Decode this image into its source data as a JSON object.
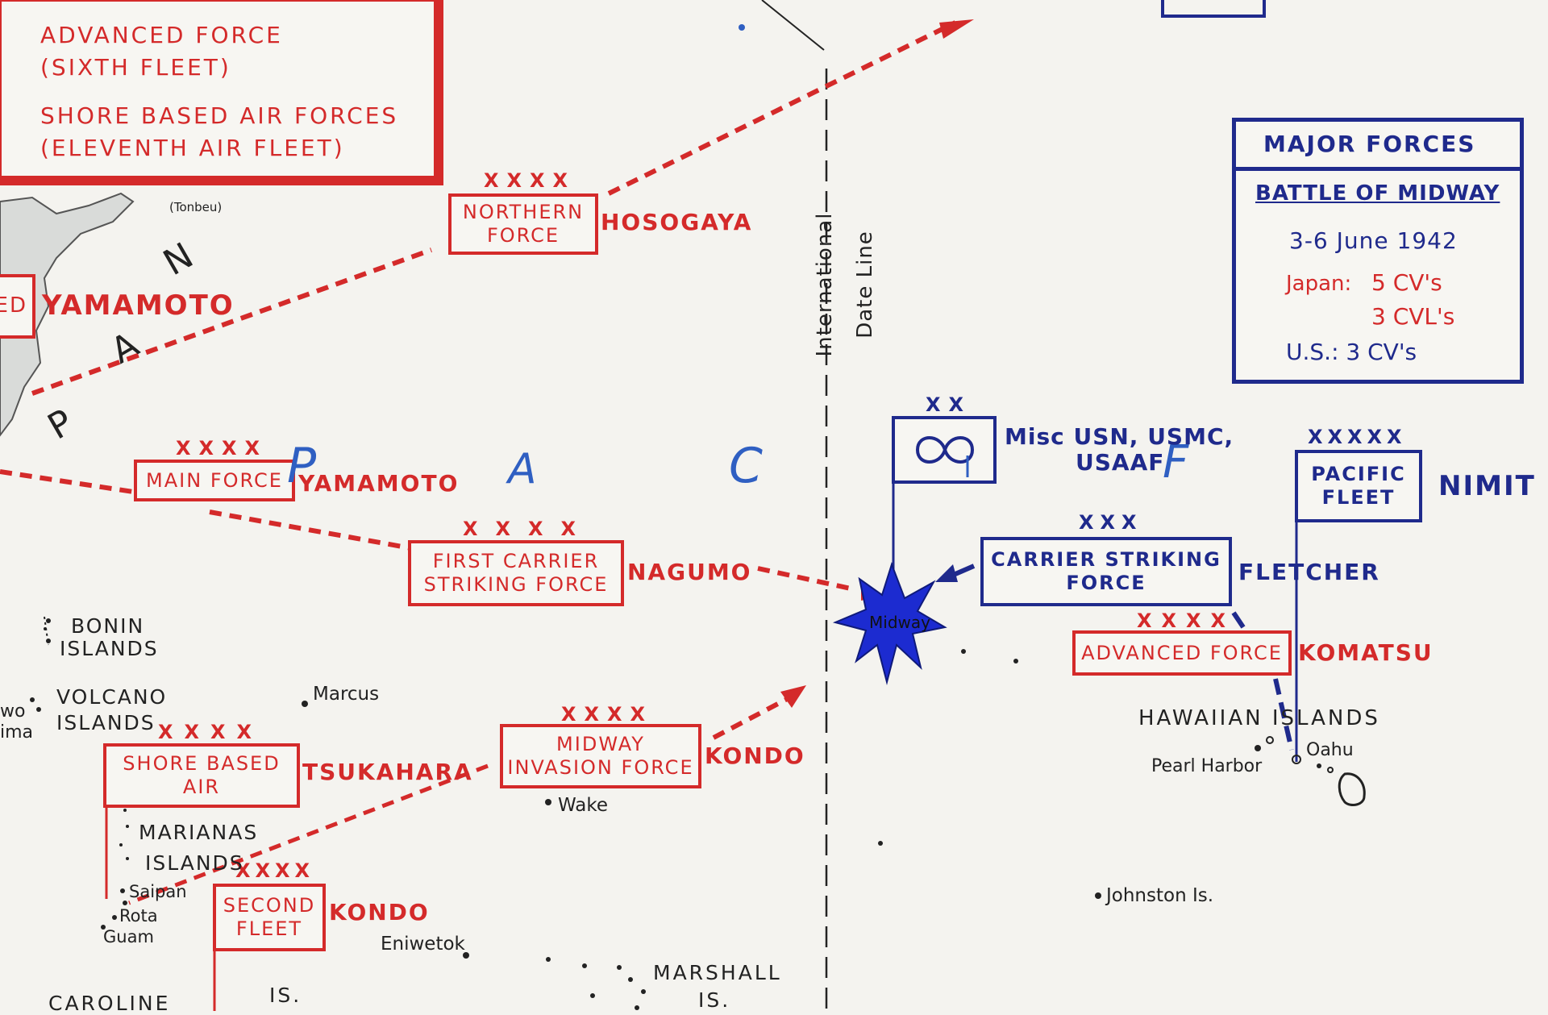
{
  "japan_box": {
    "lines": [
      "ADVANCED FORCE",
      "(SIXTH FLEET)",
      "SHORE BASED AIR FORCES",
      "(ELEVENTH AIR FLEET)"
    ],
    "partial_label": "ED"
  },
  "legend": {
    "title": "MAJOR FORCES",
    "subtitle": "BATTLE OF MIDWAY",
    "dates": "3-6 June 1942",
    "japan_label": "Japan:",
    "japan_cv": "5 CV's",
    "japan_cvl": "3 CVL's",
    "us_line": "U.S.: 3 CV's"
  },
  "date_line": {
    "line1": "International",
    "line2": "Date Line"
  },
  "ocean_letters": [
    "P",
    "A",
    "C",
    "F"
  ],
  "land_letters": [
    "N",
    "A",
    "P"
  ],
  "japanese_forces": [
    {
      "echelon": "XXXX",
      "lines": [
        "NORTHERN",
        "FORCE"
      ],
      "commander": "HOSOGAYA"
    },
    {
      "echelon": "XXXX",
      "lines": [
        "MAIN FORCE"
      ],
      "commander": "YAMAMOTO"
    },
    {
      "echelon": "XXXX",
      "lines": [
        "FIRST CARRIER",
        "STRIKING FORCE"
      ],
      "commander": "NAGUMO"
    },
    {
      "echelon": "XXXX",
      "lines": [
        "MIDWAY",
        "INVASION FORCE"
      ],
      "commander": "KONDO"
    },
    {
      "echelon": "XXXX",
      "lines": [
        "SHORE BASED",
        "AIR"
      ],
      "commander": "TSUKAHARA"
    },
    {
      "echelon": "XXXX",
      "lines": [
        "SECOND",
        "FLEET"
      ],
      "commander": "KONDO"
    }
  ],
  "yamamoto_top": "YAMAMOTO",
  "us_forces": {
    "misc": {
      "echelon": "XX",
      "label_l1": "Misc USN, USMC,",
      "label_l2": "USAAF"
    },
    "pacific": {
      "echelon": "XXXXX",
      "lines": [
        "PACIFIC",
        "FLEET"
      ],
      "commander": "NIMIT"
    },
    "carrier": {
      "echelon": "XXX",
      "lines": [
        "CARRIER STRIKING",
        "FORCE"
      ],
      "commander": "FLETCHER"
    },
    "advanced": {
      "echelon": "XXXX",
      "lines": [
        "ADVANCED FORCE"
      ],
      "commander": "KOMATSU"
    }
  },
  "places": {
    "tonbeu": "(Tonbeu)",
    "bonin_l1": "BONIN",
    "bonin_l2": "ISLANDS",
    "volcano_l1": "VOLCANO",
    "volcano_l2": "ISLANDS",
    "iwo_l1": "wo",
    "iwo_l2": "ima",
    "marcus": "Marcus",
    "marianas_l1": "MARIANAS",
    "marianas_l2": "ISLANDS",
    "saipan": "Saipan",
    "rota": "Rota",
    "guam": "Guam",
    "wake": "Wake",
    "eniwetok": "Eniwetok",
    "marshall_l1": "MARSHALL",
    "marshall_l2": "IS.",
    "caroline_l1": "CAROLINE",
    "caroline_l2": "IS.",
    "midway": "Midway",
    "hawaiian": "HAWAIIAN ISLANDS",
    "pearl": "Pearl Harbor",
    "oahu": "Oahu",
    "johnston": "Johnston Is."
  }
}
